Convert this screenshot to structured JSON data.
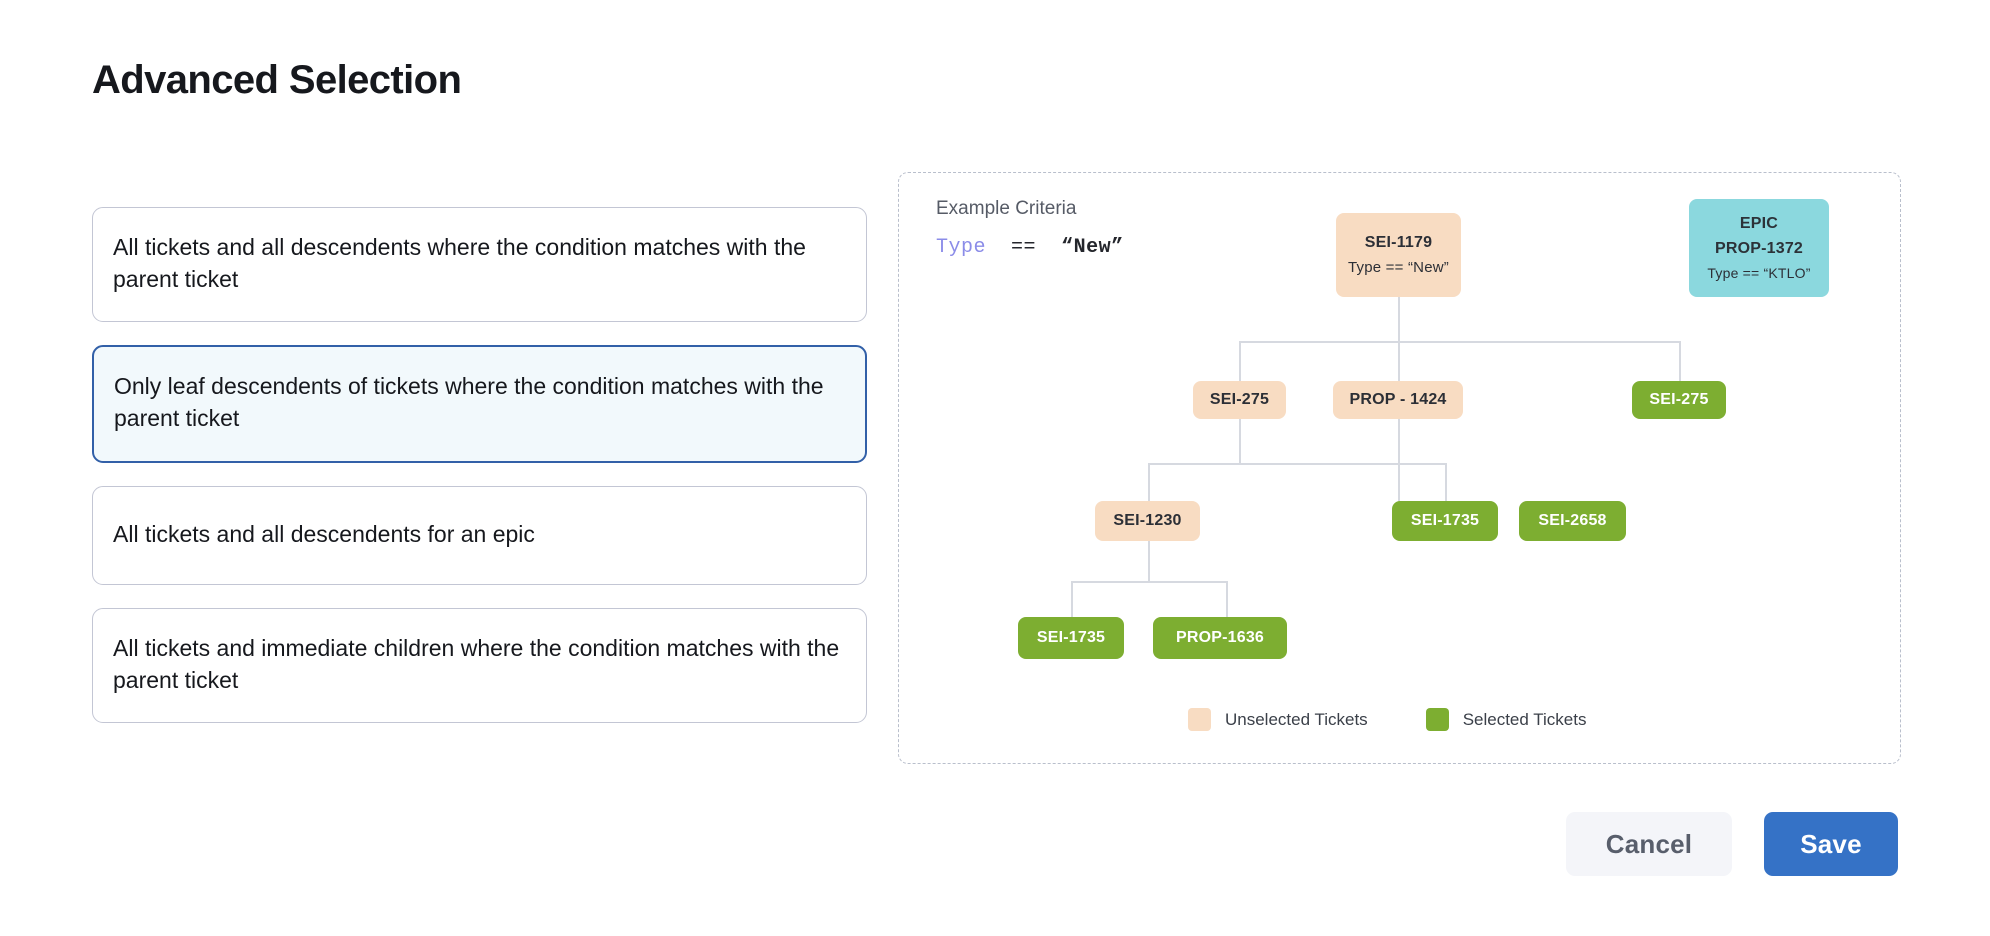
{
  "page_title": "Advanced Selection",
  "options": [
    {
      "label": "All tickets and all descendents where the condition matches with the parent ticket",
      "selected": false
    },
    {
      "label": "Only leaf descendents of tickets where the condition matches with the parent ticket",
      "selected": true
    },
    {
      "label": "All tickets and all descendents for an epic",
      "selected": false
    },
    {
      "label": "All tickets and immediate children where the condition matches with the parent ticket",
      "selected": false
    }
  ],
  "diagram": {
    "criteria_label": "Example Criteria",
    "criteria": {
      "field": "Type",
      "operator": "==",
      "value": "“New”"
    },
    "nodes": {
      "root": {
        "id": "SEI-1179",
        "sub": "Type == “New”",
        "state": "unselected"
      },
      "epic": {
        "kind": "EPIC",
        "id": "PROP-1372",
        "sub": "Type == “KTLO”",
        "state": "epic"
      },
      "n_sei275_left": {
        "id": "SEI-275",
        "state": "unselected"
      },
      "n_prop1424": {
        "id": "PROP - 1424",
        "state": "unselected"
      },
      "n_sei275_right": {
        "id": "SEI-275",
        "state": "selected"
      },
      "n_sei1230": {
        "id": "SEI-1230",
        "state": "unselected"
      },
      "n_sei1735_mid": {
        "id": "SEI-1735",
        "state": "selected"
      },
      "n_sei2658": {
        "id": "SEI-2658",
        "state": "selected"
      },
      "n_sei1735_bottom": {
        "id": "SEI-1735",
        "state": "selected"
      },
      "n_prop1636": {
        "id": "PROP-1636",
        "state": "selected"
      }
    },
    "legend": [
      {
        "label": "Unselected Tickets",
        "color": "#f8dcc2"
      },
      {
        "label": "Selected Tickets",
        "color": "#7dae31"
      }
    ]
  },
  "footer": {
    "cancel_label": "Cancel",
    "save_label": "Save"
  },
  "colors": {
    "accent_blue": "#3572c6",
    "selected_card_border": "#3260a8",
    "selected_card_bg": "#f2f9fc",
    "unselected_node": "#f8dcc2",
    "selected_node": "#7dae31",
    "epic_node": "#8bd8de",
    "criteria_keyword": "#8b8ce8"
  }
}
